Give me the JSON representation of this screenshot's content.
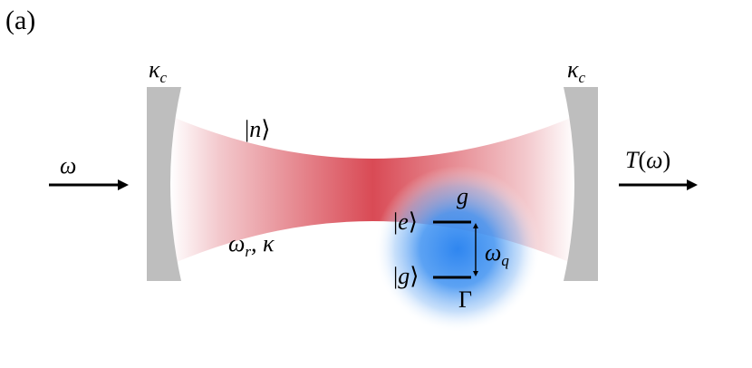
{
  "figure": {
    "panel_label": "(a)",
    "colors": {
      "mirror": "#bebebe",
      "beam": "#d94a55",
      "qubit_glow": "#2f86f0",
      "arrow": "#000000"
    },
    "labels": {
      "left_mirror_loss": "κ_c",
      "right_mirror_loss": "κ_c",
      "input_frequency": "ω",
      "output_transmission": "T(ω)",
      "photon_state": "|n⟩",
      "resonator_params": "ω_r, κ",
      "coupling": "g",
      "excited_state": "|e⟩",
      "ground_state": "|g⟩",
      "qubit_frequency": "ω_q",
      "qubit_decay": "Γ"
    }
  }
}
